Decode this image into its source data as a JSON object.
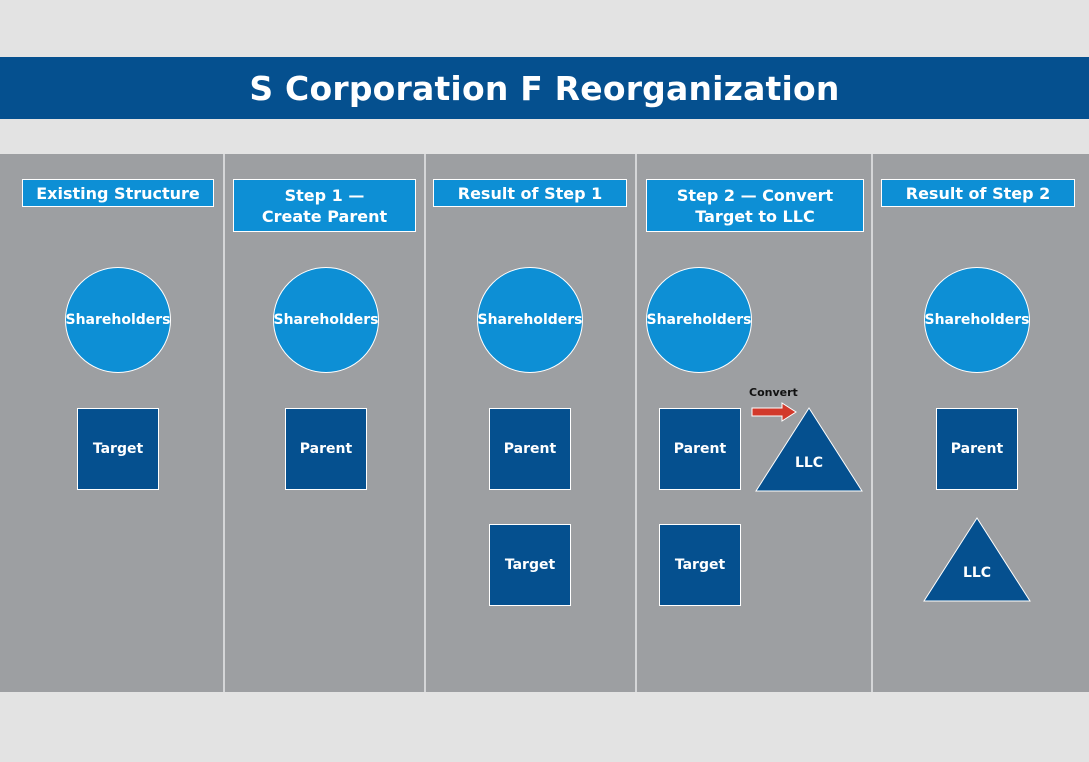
{
  "title": "S Corporation F Reorganization",
  "colors": {
    "title_bar": "#05508f",
    "header_fill": "#0d8fd5",
    "circle_fill": "#0d8fd5",
    "entity_fill": "#05508f",
    "panel": "#9d9fa2",
    "arrow": "#d2392b"
  },
  "columns": [
    {
      "header": "Existing Structure",
      "shareholders": "Shareholders",
      "entities": [
        "Target"
      ]
    },
    {
      "header": "Step 1 —\nCreate Parent",
      "shareholders": "Shareholders",
      "entities": [
        "Parent"
      ]
    },
    {
      "header": "Result of Step 1",
      "shareholders": "Shareholders",
      "entities": [
        "Parent",
        "Target"
      ]
    },
    {
      "header": "Step 2 — Convert\nTarget to LLC",
      "shareholders": "Shareholders",
      "entities": [
        "Parent",
        "Target"
      ],
      "converted_entity": "LLC",
      "arrow_label": "Convert",
      "arrow_icon": "right-arrow-icon"
    },
    {
      "header": "Result of Step 2",
      "shareholders": "Shareholders",
      "entities": [
        "Parent"
      ],
      "llc": "LLC"
    }
  ]
}
